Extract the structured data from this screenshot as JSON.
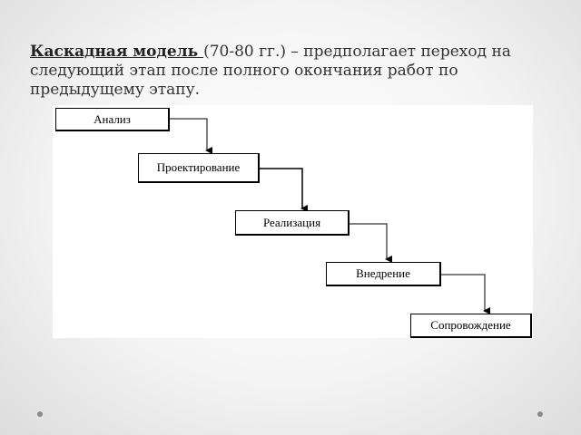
{
  "slide": {
    "title": "Каскадная модель ",
    "text": "(70-80 гг.) – предполагает переход на следующий этап после полного окончания работ по предыдущему этапу."
  },
  "stages": [
    {
      "label": "Анализ"
    },
    {
      "label": "Проектирование"
    },
    {
      "label": "Реализация"
    },
    {
      "label": "Внедрение"
    },
    {
      "label": "Сопровождение"
    }
  ]
}
